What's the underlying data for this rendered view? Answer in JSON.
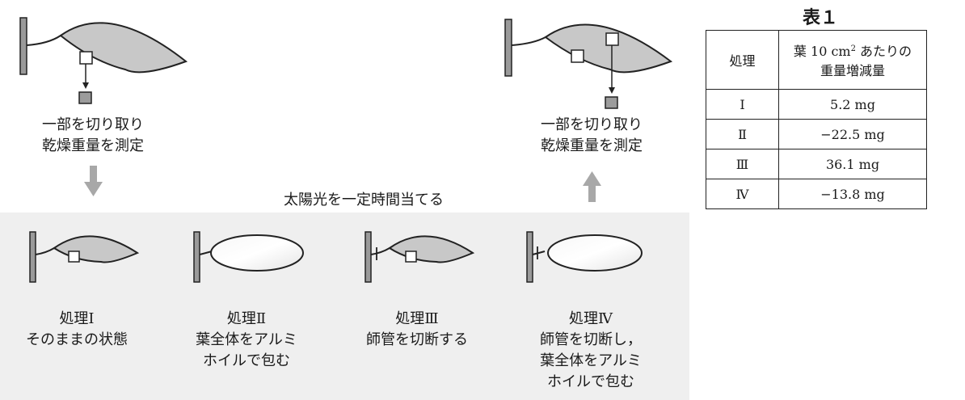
{
  "left_measure": {
    "line1": "一部を切り取り",
    "line2": "乾燥重量を測定"
  },
  "right_measure": {
    "line1": "一部を切り取り",
    "line2": "乾燥重量を測定"
  },
  "banner": "太陽光を一定時間当てる",
  "treatments": [
    {
      "title": "処理Ⅰ",
      "lines": [
        "そのままの状態"
      ]
    },
    {
      "title": "処理Ⅱ",
      "lines": [
        "葉全体をアルミ",
        "ホイルで包む"
      ]
    },
    {
      "title": "処理Ⅲ",
      "lines": [
        "師管を切断する"
      ]
    },
    {
      "title": "処理Ⅳ",
      "lines": [
        "師管を切断し，",
        "葉全体をアルミ",
        "ホイルで包む"
      ]
    }
  ],
  "table": {
    "title": "表１",
    "header_col1": "処理",
    "header_col2_line1_a": "葉 10 cm",
    "header_col2_sup": "2",
    "header_col2_line1_b": " あたりの",
    "header_col2_line2": "重量増減量",
    "rows": [
      {
        "treatment": "Ⅰ",
        "value": "5.2 mg"
      },
      {
        "treatment": "Ⅱ",
        "value": "−22.5 mg"
      },
      {
        "treatment": "Ⅲ",
        "value": "36.1 mg"
      },
      {
        "treatment": "Ⅳ",
        "value": "−13.8 mg"
      }
    ]
  },
  "colors": {
    "leaf_fill": "#c8c8c8",
    "stem": "#9a9a9a",
    "panel": "#efefef",
    "arrow": "#a8a8a8"
  }
}
